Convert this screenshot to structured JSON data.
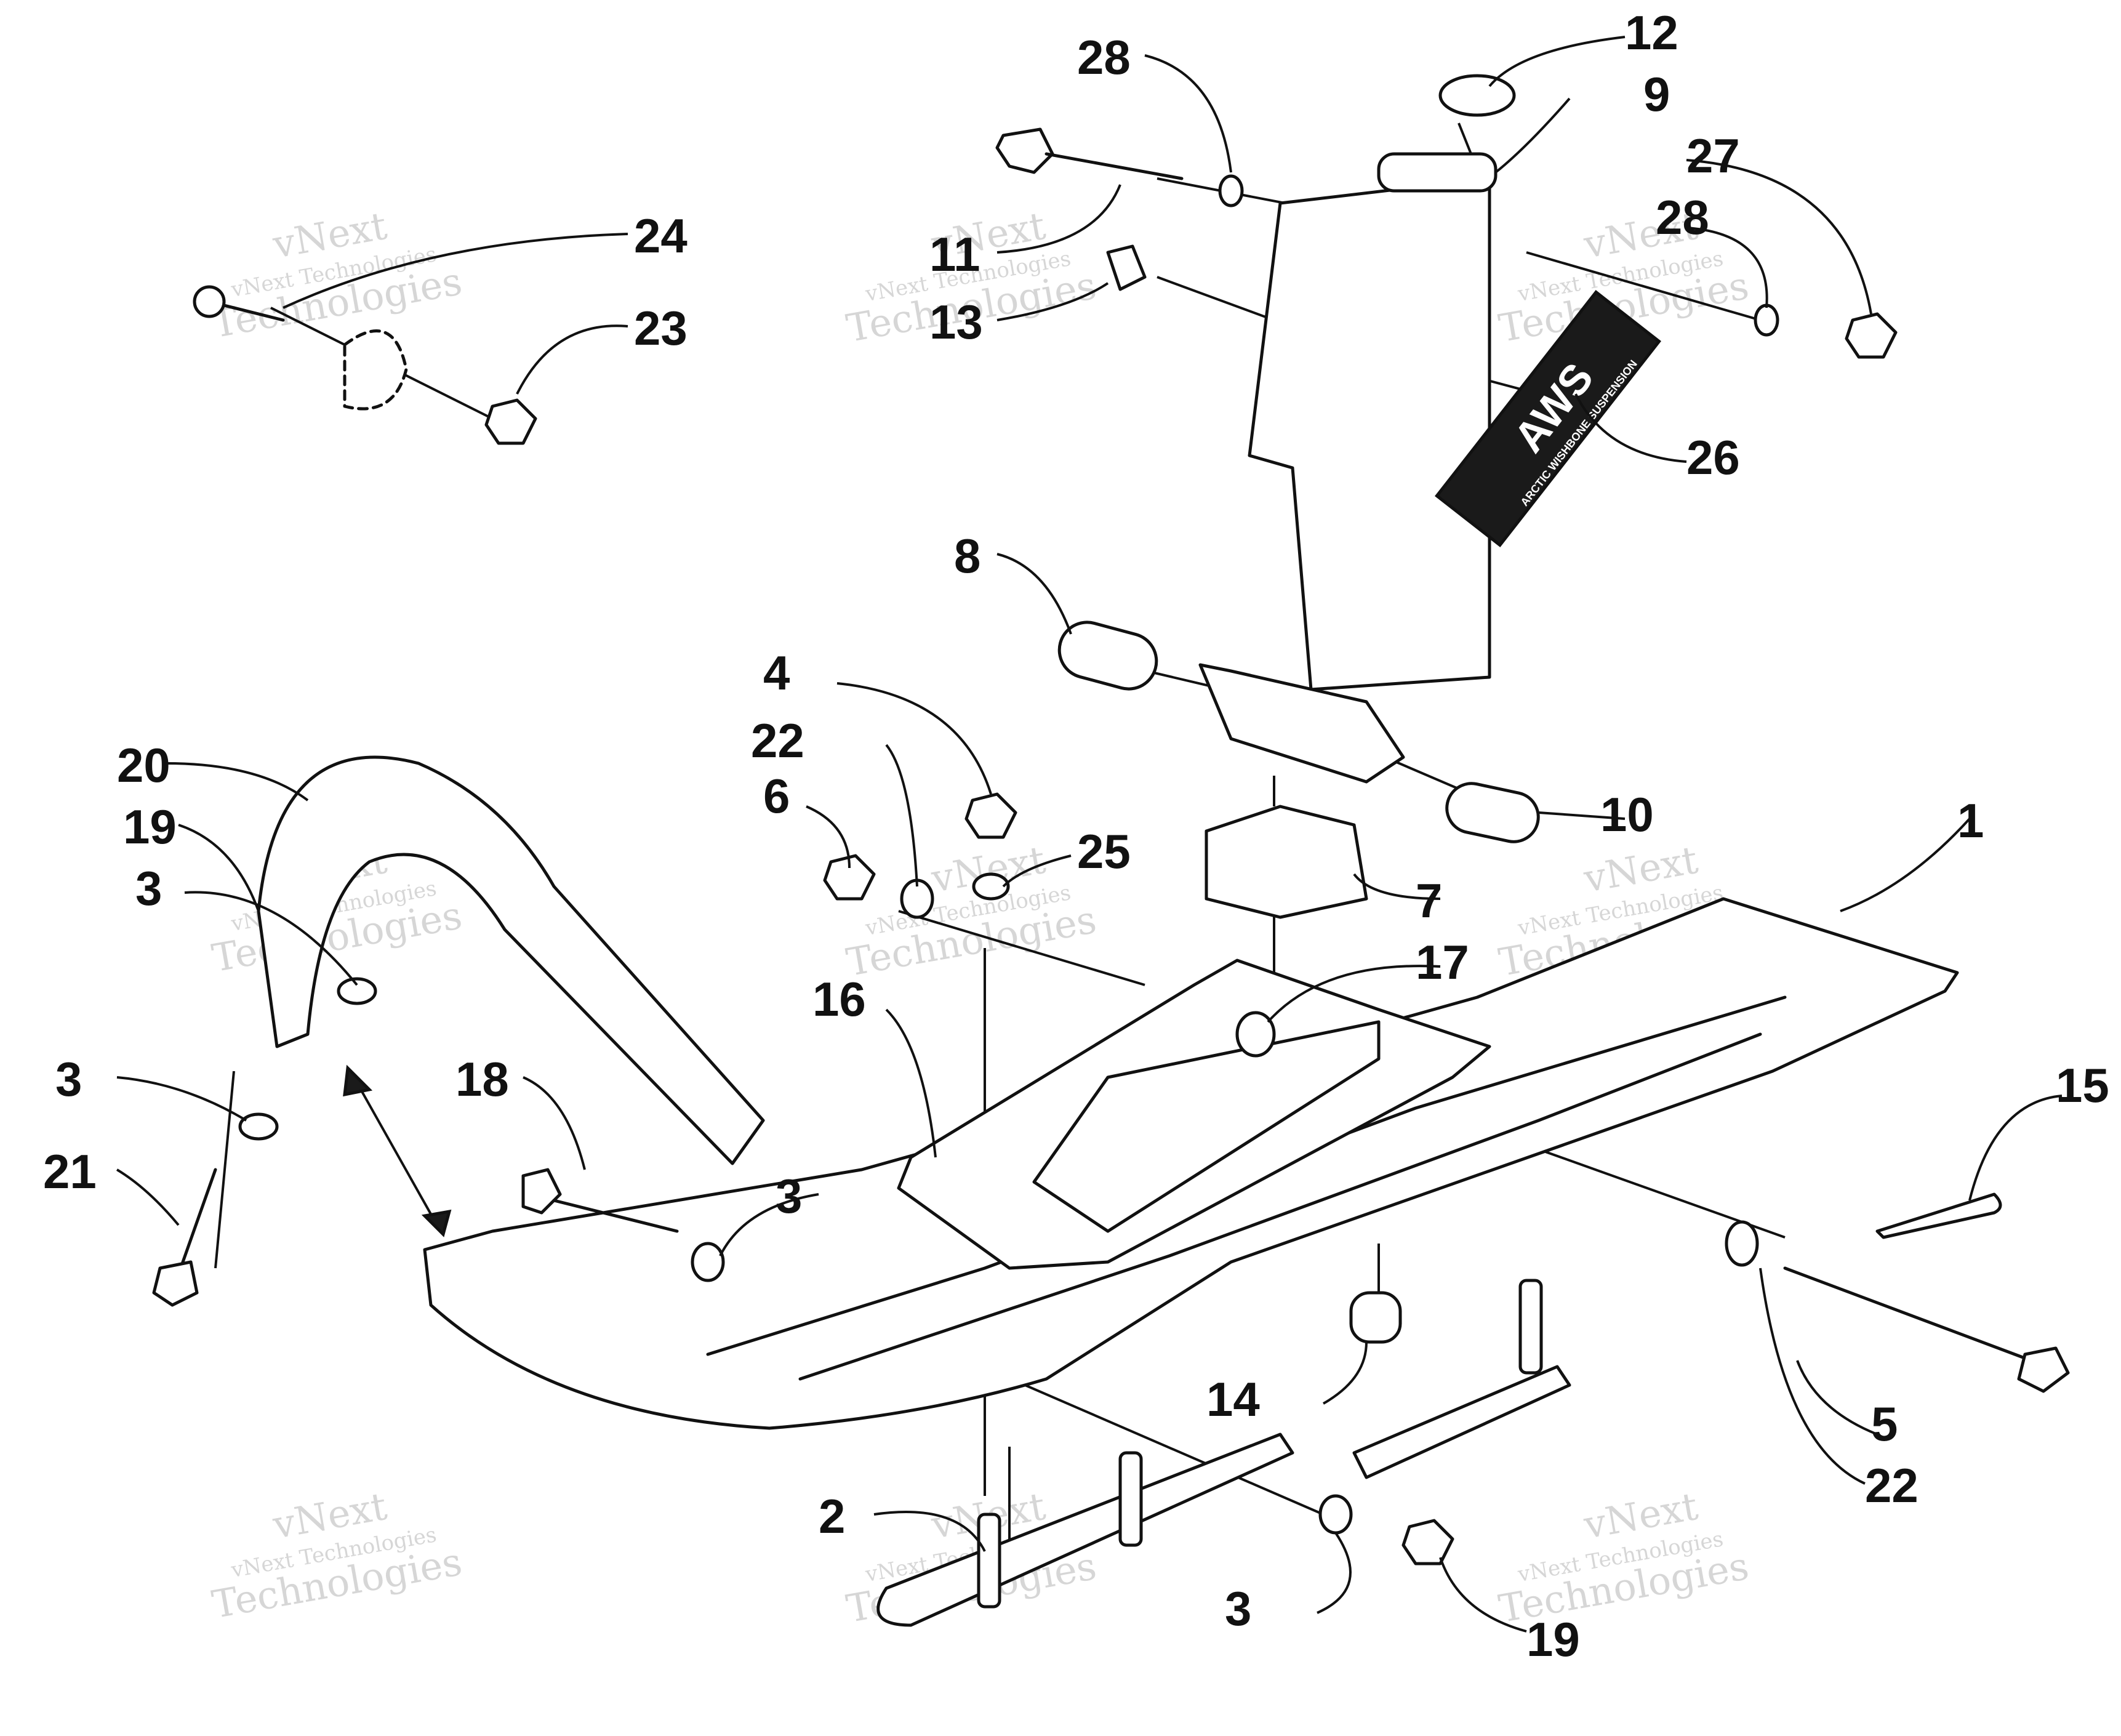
{
  "diagram": {
    "callouts": [
      {
        "id": "c1",
        "label": "1"
      },
      {
        "id": "c2",
        "label": "2"
      },
      {
        "id": "c3a",
        "label": "3"
      },
      {
        "id": "c3b",
        "label": "3"
      },
      {
        "id": "c3c",
        "label": "3"
      },
      {
        "id": "c3d",
        "label": "3"
      },
      {
        "id": "c4",
        "label": "4"
      },
      {
        "id": "c5",
        "label": "5"
      },
      {
        "id": "c6",
        "label": "6"
      },
      {
        "id": "c7",
        "label": "7"
      },
      {
        "id": "c8",
        "label": "8"
      },
      {
        "id": "c9",
        "label": "9"
      },
      {
        "id": "c10",
        "label": "10"
      },
      {
        "id": "c11",
        "label": "11"
      },
      {
        "id": "c12",
        "label": "12"
      },
      {
        "id": "c13",
        "label": "13"
      },
      {
        "id": "c14",
        "label": "14"
      },
      {
        "id": "c15",
        "label": "15"
      },
      {
        "id": "c16",
        "label": "16"
      },
      {
        "id": "c17",
        "label": "17"
      },
      {
        "id": "c18",
        "label": "18"
      },
      {
        "id": "c19a",
        "label": "19"
      },
      {
        "id": "c19b",
        "label": "19"
      },
      {
        "id": "c20",
        "label": "20"
      },
      {
        "id": "c21",
        "label": "21"
      },
      {
        "id": "c22a",
        "label": "22"
      },
      {
        "id": "c22b",
        "label": "22"
      },
      {
        "id": "c23",
        "label": "23"
      },
      {
        "id": "c24",
        "label": "24"
      },
      {
        "id": "c25",
        "label": "25"
      },
      {
        "id": "c26",
        "label": "26"
      },
      {
        "id": "c27",
        "label": "27"
      },
      {
        "id": "c28a",
        "label": "28"
      },
      {
        "id": "c28b",
        "label": "28"
      }
    ],
    "decal": {
      "logo": "AWS",
      "tagline": "ARCTIC WISHBONE SUSPENSION"
    },
    "watermark": {
      "line1": "vNext",
      "line2": "vNext Technologies",
      "line3": "Technologies"
    }
  }
}
